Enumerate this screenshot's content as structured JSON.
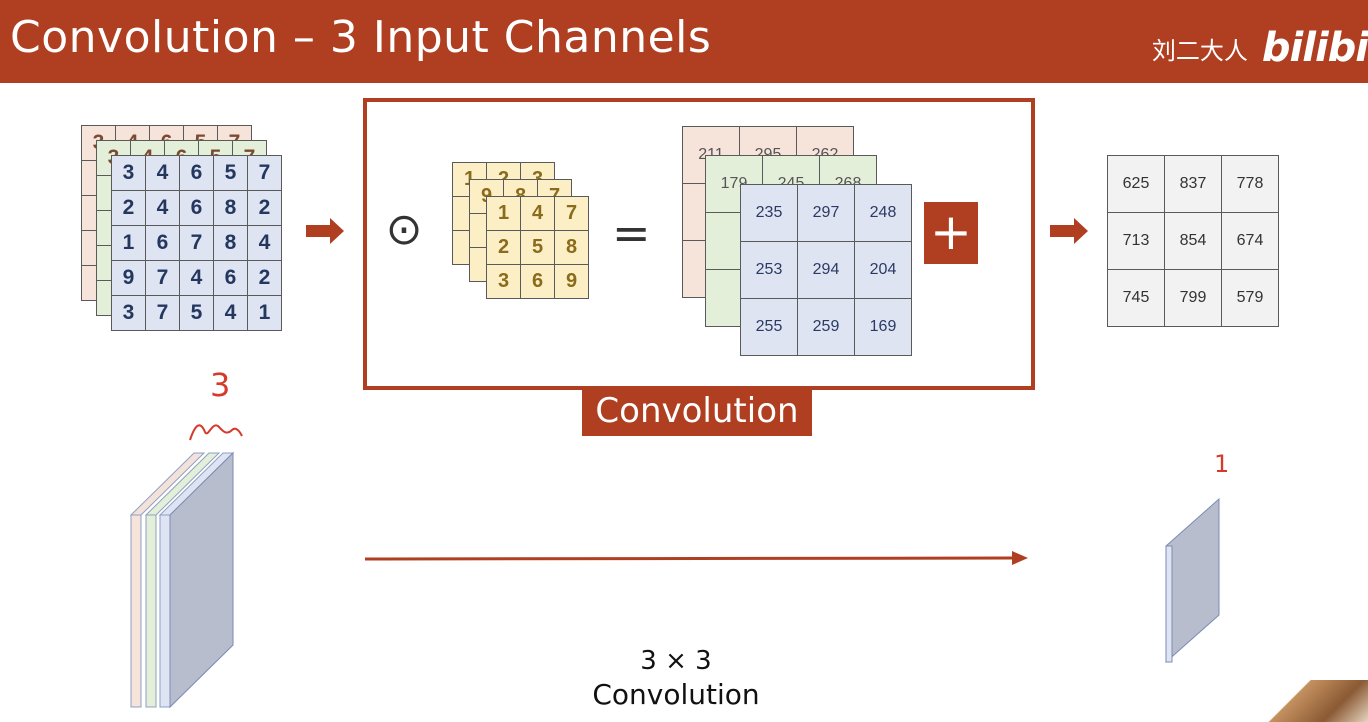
{
  "header": {
    "title": "Convolution – 3 Input Channels",
    "brand_name": "刘二大人",
    "brand_logo": "bilibi"
  },
  "input": {
    "back_red_row0": [
      "3",
      "4",
      "6",
      "5",
      "7"
    ],
    "back_green_row0": [
      "3",
      "4",
      "6",
      "5",
      "7"
    ],
    "front": [
      [
        "3",
        "4",
        "6",
        "5",
        "7"
      ],
      [
        "2",
        "4",
        "6",
        "8",
        "2"
      ],
      [
        "1",
        "6",
        "7",
        "8",
        "4"
      ],
      [
        "9",
        "7",
        "4",
        "6",
        "2"
      ],
      [
        "3",
        "7",
        "5",
        "4",
        "1"
      ]
    ]
  },
  "operator": {
    "odot": "⊙",
    "equals": "=",
    "plus": "+"
  },
  "kernel": {
    "back_row0": [
      "1",
      "2",
      "3"
    ],
    "mid_row0": [
      "9",
      "8",
      "7"
    ],
    "front": [
      [
        "1",
        "4",
        "7"
      ],
      [
        "2",
        "5",
        "8"
      ],
      [
        "3",
        "6",
        "9"
      ]
    ]
  },
  "results": {
    "red_row0": [
      "211",
      "295",
      "262"
    ],
    "green_row0": [
      "179",
      "245",
      "268"
    ],
    "front": [
      [
        "235",
        "297",
        "248"
      ],
      [
        "253",
        "294",
        "204"
      ],
      [
        "255",
        "259",
        "169"
      ]
    ]
  },
  "output": [
    [
      "625",
      "837",
      "778"
    ],
    [
      "713",
      "854",
      "674"
    ],
    [
      "745",
      "799",
      "579"
    ]
  ],
  "labels": {
    "convolution_box": "Convolution",
    "caption_size": "3 × 3",
    "caption_name": "Convolution"
  },
  "annotations": {
    "input_channels": "3",
    "output_channels": "1"
  },
  "colors": {
    "accent": "#b03f22",
    "input_red": "#f6e3da",
    "input_green": "#e4efd9",
    "input_blue": "#dfe4f3",
    "kernel_yellow": "#fcefc6",
    "output_gray": "#f2f2f2"
  }
}
